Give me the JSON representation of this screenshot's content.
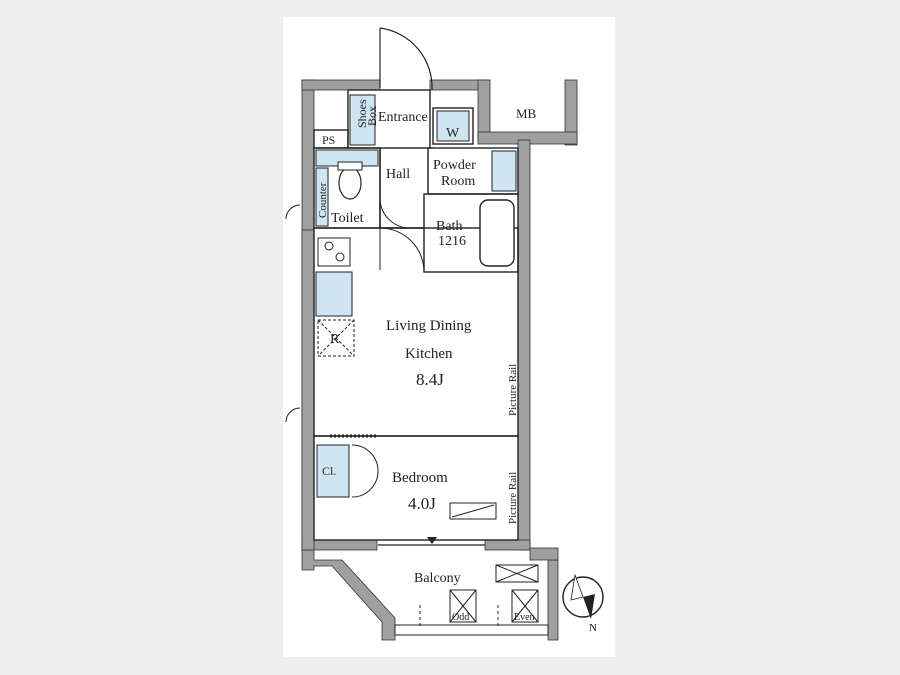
{
  "floor_plan": {
    "rooms": {
      "entrance": "Entrance",
      "shoes_box_line1": "Shoes",
      "shoes_box_line2": "Box",
      "washer": "W",
      "mb": "MB",
      "ps": "PS",
      "hall": "Hall",
      "powder_line1": "Powder",
      "powder_line2": "Room",
      "counter": "Counter",
      "toilet": "Toilet",
      "bath_line1": "Bath",
      "bath_line2": "1216",
      "refrigerator": "R",
      "ldk_line1": "Living Dining",
      "ldk_line2": "Kitchen",
      "ldk_size": "8.4J",
      "picture_rail_1": "Picture Rail",
      "picture_rail_2": "Picture Rail",
      "closet": "Cl.",
      "bedroom": "Bedroom",
      "bedroom_size": "4.0J",
      "balcony": "Balcony",
      "odd": "Odd",
      "even": "Even"
    },
    "compass": {
      "north": "N"
    },
    "colors": {
      "wall": "#9a9a9a",
      "fixture_blue": "#cfe6f2",
      "line": "#222222",
      "paper": "#ffffff"
    }
  }
}
